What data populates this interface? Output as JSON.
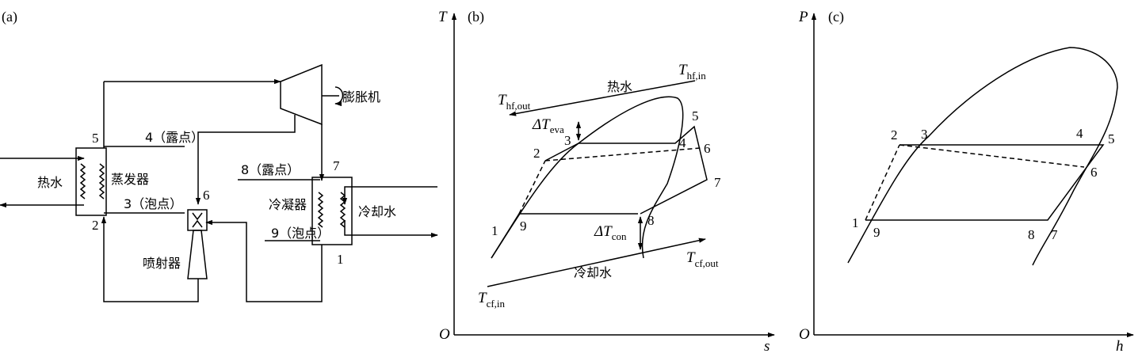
{
  "panels": {
    "a": "(a)",
    "b": "(b)",
    "c": "(c)"
  },
  "schematic": {
    "expander": "膨胀机",
    "evaporator": "蒸发器",
    "hot_water": "热水",
    "condenser": "冷凝器",
    "cooling_water": "冷却水",
    "ejector": "喷射器",
    "dew_point_4": "4（露点）",
    "bubble_point_3": "3（泡点）",
    "dew_point_8": "8（露点）",
    "bubble_point_9": "9（泡点）",
    "nodes": {
      "n1": "1",
      "n2": "2",
      "n5": "5",
      "n6": "6",
      "n7": "7"
    }
  },
  "ts": {
    "y_axis": "T",
    "x_axis": "s",
    "origin": "O",
    "t_hf_in": {
      "main": "T",
      "sub": "hf,in"
    },
    "t_hf_out": {
      "main": "T",
      "sub": "hf,out"
    },
    "t_cf_in": {
      "main": "T",
      "sub": "cf,in"
    },
    "t_cf_out": {
      "main": "T",
      "sub": "cf,out"
    },
    "dt_eva": {
      "main": "ΔT",
      "sub": "eva"
    },
    "dt_con": {
      "main": "ΔT",
      "sub": "con"
    },
    "hot_water": "热水",
    "cooling_water": "冷却水",
    "points": {
      "p1": "1",
      "p2": "2",
      "p3": "3",
      "p4": "4",
      "p5": "5",
      "p6": "6",
      "p7": "7",
      "p8": "8",
      "p9": "9"
    }
  },
  "ph": {
    "y_axis": "P",
    "x_axis": "h",
    "origin": "O",
    "points": {
      "p1": "1",
      "p2": "2",
      "p3": "3",
      "p4": "4",
      "p5": "5",
      "p6": "6",
      "p7": "7",
      "p8": "8",
      "p9": "9"
    }
  }
}
